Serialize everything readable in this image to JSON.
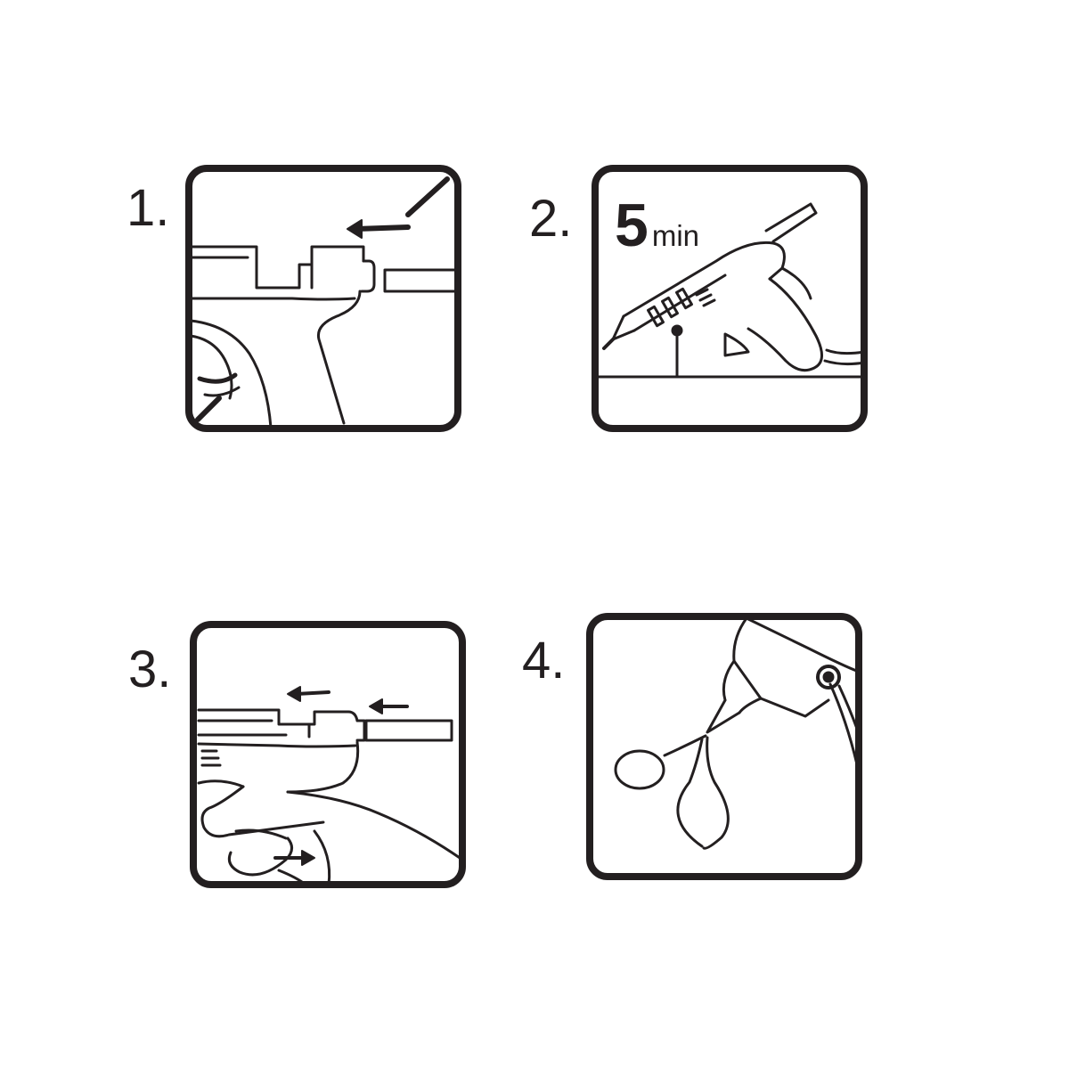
{
  "steps": [
    {
      "number": "1."
    },
    {
      "number": "2.",
      "timer_value": "5",
      "timer_unit": "min"
    },
    {
      "number": "3."
    },
    {
      "number": "4."
    }
  ],
  "colors": {
    "stroke": "#231f20",
    "background": "#ffffff"
  }
}
